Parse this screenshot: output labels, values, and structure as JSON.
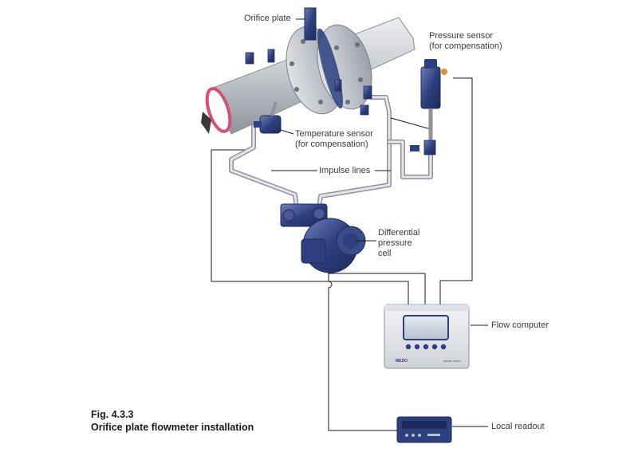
{
  "labels": {
    "orifice_plate": "Orifice plate",
    "pressure_sensor": [
      "Pressure sensor",
      "(for compensation)"
    ],
    "temperature_sensor": [
      "Temperature sensor",
      "(for compensation)"
    ],
    "impulse_lines": "Impulse lines",
    "dp_cell": [
      "Differential",
      "pressure",
      "cell"
    ],
    "flow_computer": "Flow computer",
    "local_readout": "Local readout"
  },
  "device_text": {
    "flow_computer_brand": "MEDO",
    "flow_computer_logo": "spirax sarco"
  },
  "caption": {
    "fig_number": "Fig. 4.3.3",
    "fig_title": "Orifice plate flowmeter installation"
  },
  "colors": {
    "pipe": "#c9ccd1",
    "device_blue": "#2d3f7e",
    "device_dark": "#1e2a5c",
    "wire": "#1a1a1a",
    "pipe_cut": "#d94f74",
    "sensor_glow": "#e08a3a"
  }
}
